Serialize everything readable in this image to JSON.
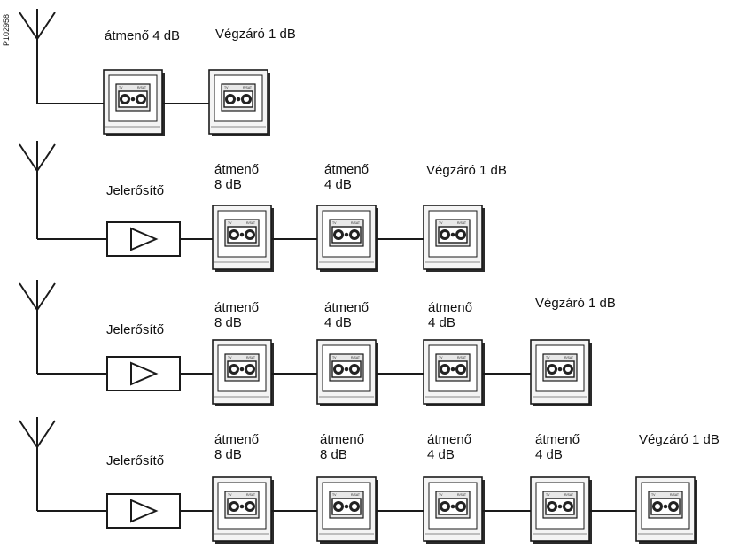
{
  "figure_code": "P102958",
  "rows": [
    {
      "amplifier": null,
      "labels": [
        {
          "lines": [
            "átmenő 4 dB"
          ]
        },
        {
          "lines": [
            "Végzáró 1 dB"
          ]
        }
      ]
    },
    {
      "amplifier": "Jelerősítő",
      "labels": [
        {
          "lines": [
            "átmenő",
            "8 dB"
          ]
        },
        {
          "lines": [
            "átmenő",
            "4 dB"
          ]
        },
        {
          "lines": [
            "Végzáró 1 dB"
          ]
        }
      ]
    },
    {
      "amplifier": "Jelerősítő",
      "labels": [
        {
          "lines": [
            "átmenő",
            "8 dB"
          ]
        },
        {
          "lines": [
            "átmenő",
            "4 dB"
          ]
        },
        {
          "lines": [
            "átmenő",
            "4 dB"
          ]
        },
        {
          "lines": [
            "Végzáró 1 dB"
          ]
        }
      ]
    },
    {
      "amplifier": "Jelerősítő",
      "labels": [
        {
          "lines": [
            "átmenő",
            "8 dB"
          ]
        },
        {
          "lines": [
            "átmenő",
            "8 dB"
          ]
        },
        {
          "lines": [
            "átmenő",
            "4 dB"
          ]
        },
        {
          "lines": [
            "átmenő",
            "4 dB"
          ]
        },
        {
          "lines": [
            "Végzáró 1 dB"
          ]
        }
      ]
    }
  ],
  "socket_face_labels": {
    "left": "TV",
    "right": "R/SAT"
  }
}
